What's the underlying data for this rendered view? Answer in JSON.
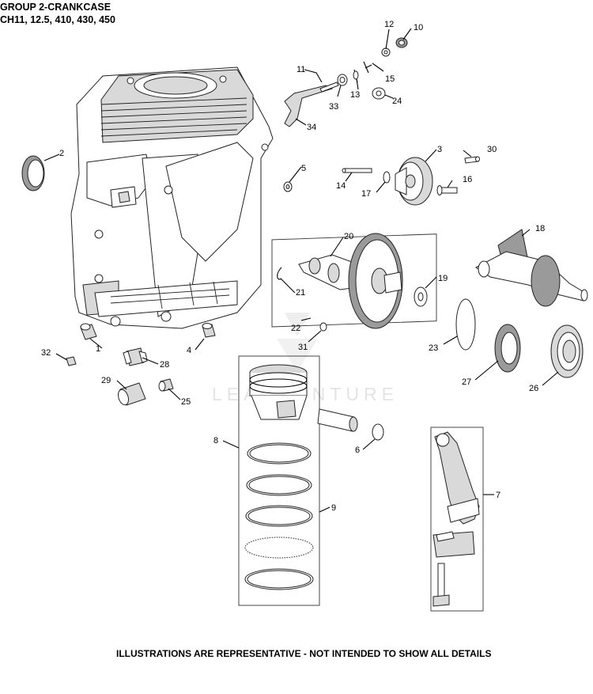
{
  "header": {
    "title_line1": "GROUP 2-CRANKCASE",
    "title_line2": "CH11, 12.5, 410, 430, 450"
  },
  "footer": {
    "note": "ILLUSTRATIONS ARE REPRESENTATIVE - NOT INTENDED TO SHOW ALL DETAILS"
  },
  "watermark": "LEADVENTURE",
  "callouts": {
    "c1": "1",
    "c2": "2",
    "c3": "3",
    "c4": "4",
    "c5": "5",
    "c6": "6",
    "c7": "7",
    "c8": "8",
    "c9": "9",
    "c10": "10",
    "c11": "11",
    "c12": "12",
    "c13": "13",
    "c14": "14",
    "c15": "15",
    "c16": "16",
    "c17": "17",
    "c18": "18",
    "c19": "19",
    "c20": "20",
    "c21": "21",
    "c22": "22",
    "c23": "23",
    "c24": "24",
    "c25": "25",
    "c26": "26",
    "c27": "27",
    "c28": "28",
    "c29": "29",
    "c30": "30",
    "c31": "31",
    "c32": "32",
    "c33": "33",
    "c34": "34"
  }
}
